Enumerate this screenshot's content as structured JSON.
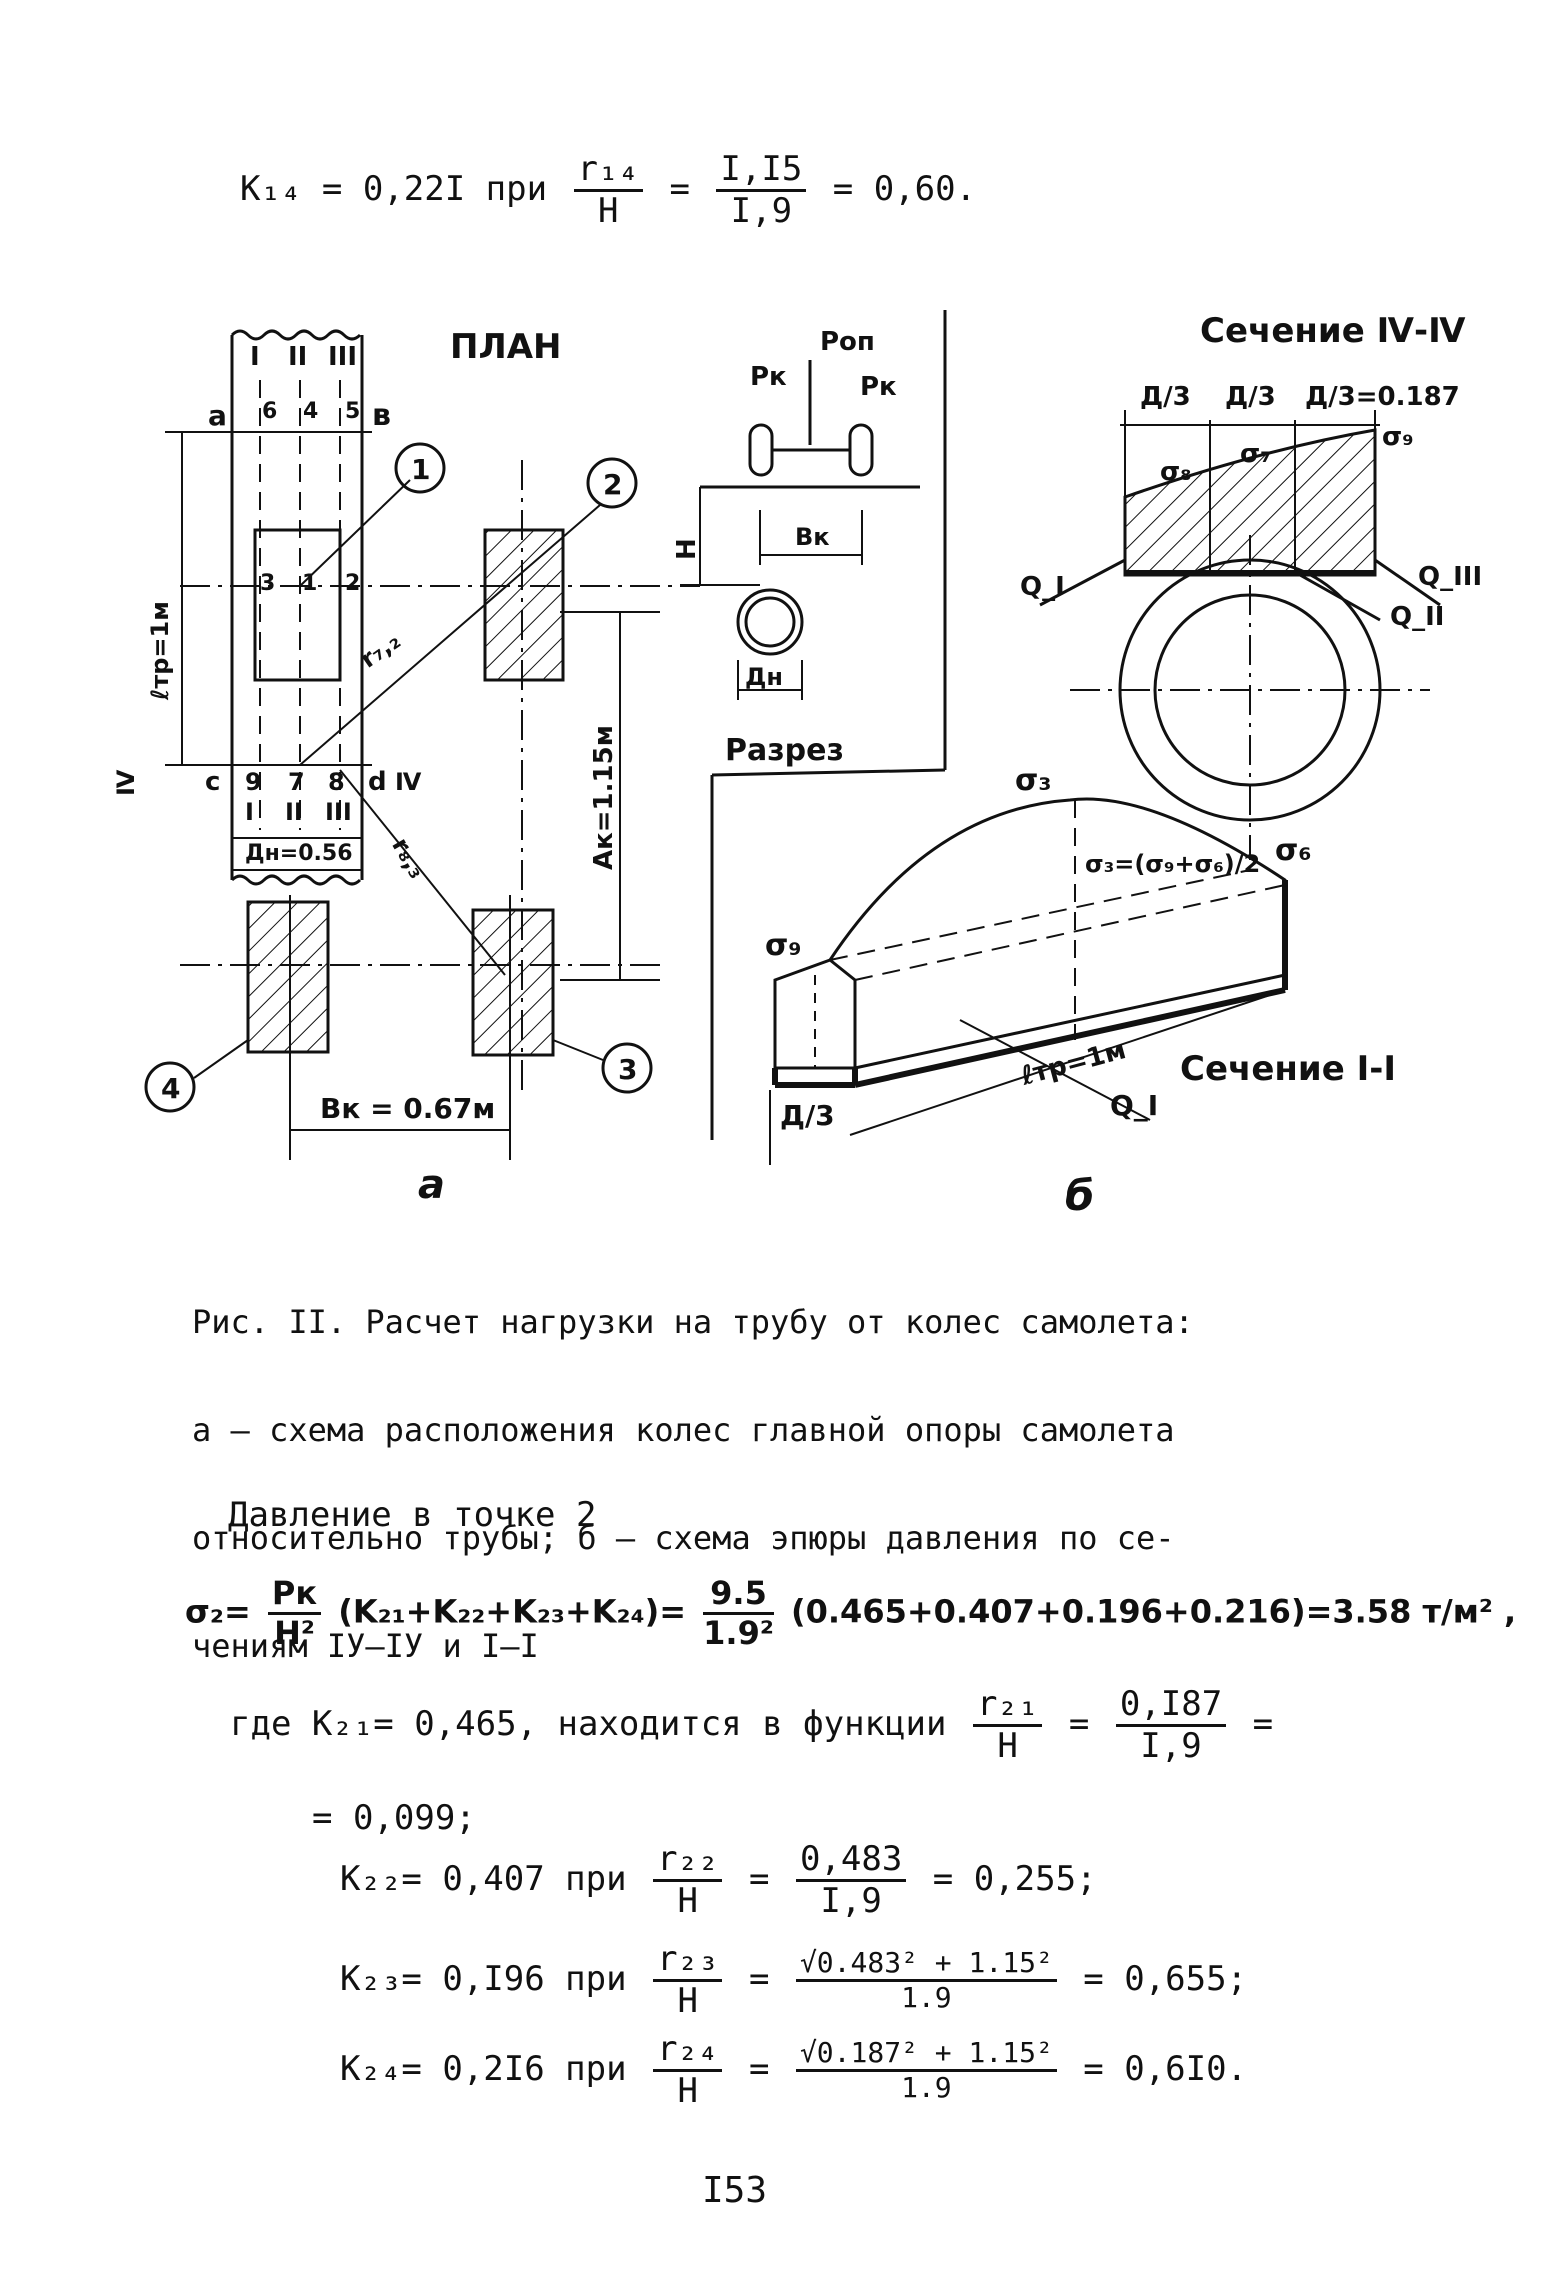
{
  "formula_k14": {
    "lhs": "K₁₄ = 0,22I при",
    "frac_num": "r₁₄",
    "frac_den": "H",
    "eq": "=",
    "val_num": "I,I5",
    "val_den": "I,9",
    "result": "= 0,60."
  },
  "figure": {
    "plan_title": "ПЛАН",
    "razrez": "Разрез",
    "sec_iv": "Сечение Ⅳ-Ⅳ",
    "sec_i": "Сечение Ⅰ-Ⅰ",
    "label_a": "а",
    "label_b": "б",
    "roman_top": [
      "I",
      "II",
      "III"
    ],
    "roman_bottom": [
      "I",
      "II",
      "III"
    ],
    "pt_a": "a",
    "pt_b": "в",
    "pt_c": "c",
    "pt_d": "d",
    "nums_top": [
      "6",
      "4",
      "5"
    ],
    "nums_mid": [
      "3",
      "1",
      "2"
    ],
    "nums_bot": [
      "9",
      "7",
      "8"
    ],
    "iv_left": "Ⅳ",
    "iv_right": "Ⅳ",
    "ltr": "ℓтр=1м",
    "dn": "Дн=0.56",
    "r72": "r₇,₂",
    "r83": "r₈,₃",
    "ak": "Aк=1.15м",
    "bk": "Bк = 0.67м",
    "circles": [
      "1",
      "2",
      "3",
      "4"
    ],
    "pk_left": "Pк",
    "pk_right": "Pк",
    "pop": "Pоп",
    "h": "H",
    "bk_small": "Bк",
    "dn_small": "Дн",
    "d3": [
      "Д/3",
      "Д/3",
      "Д/3=0.187"
    ],
    "s8": "σ₈",
    "s7": "σ₇",
    "s9top": "σ₉",
    "q1": "Q_I",
    "q3": "Q_III",
    "q2": "Q_II",
    "s3": "σ₃",
    "s6": "σ₆",
    "s9": "σ₉",
    "s3eq": "σ₃=(σ₉+σ₆)/2",
    "ltr2": "ℓтр=1м",
    "d3b": "Д/3",
    "q1b": "Q_I"
  },
  "caption_lines": [
    "Рис. II. Расчет нагрузки на трубу от колес самолета:",
    "а – схема расположения колес главной опоры самолета",
    "относительно трубы; б – схема эпюры давления по се-",
    "чениям IУ–IУ и I–I"
  ],
  "pressure_heading": "Давление в точке 2",
  "sigma2": {
    "lhs": "σ₂=",
    "pk": "Pк",
    "h2": "H²",
    "sum": "(K₂₁+K₂₂+K₂₃+K₂₄)=",
    "num": "9.5",
    "den": "1.9²",
    "tail": "(0.465+0.407+0.196+0.216)=3.58 т/м² ,"
  },
  "k21": {
    "text": "где   K₂₁= 0,465, находится в функции",
    "fnum": "r₂₁",
    "fden": "H",
    "eq": "=",
    "vnum": "0,I87",
    "vden": "I,9",
    "end": "=",
    "cont": "= 0,099;"
  },
  "k22": {
    "lhs": "K₂₂= 0,407 при",
    "fnum": "r₂₂",
    "fden": "H",
    "eq": "=",
    "vnum": "0,483",
    "vden": "I,9",
    "res": "= 0,255;"
  },
  "k23": {
    "lhs": "K₂₃= 0,I96 при",
    "fnum": "r₂₃",
    "fden": "H",
    "eq": "=",
    "vnum": "√0.483² + 1.15²",
    "vden": "1.9",
    "res": "= 0,655;"
  },
  "k24": {
    "lhs": "K₂₄= 0,2I6 при",
    "fnum": "r₂₄",
    "fden": "H",
    "eq": "=",
    "vnum": "√0.187² + 1.15²",
    "vden": "1.9",
    "res": "= 0,6I0."
  },
  "page_number": "I53"
}
